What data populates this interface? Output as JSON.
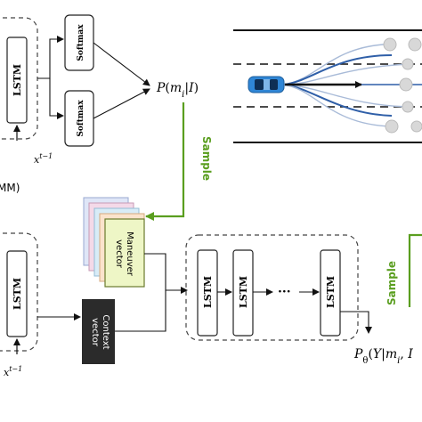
{
  "encoder_top": {
    "lstm_label": "LSTM",
    "input_label": "x",
    "input_superscript": "t−1",
    "softmax_labels": [
      "Softmax",
      "Softmax"
    ],
    "output_label": "P(m_i|I)"
  },
  "sample_labels": [
    "Sample",
    "Sample"
  ],
  "cut_label": "MM)",
  "maneuver_vector_label": [
    "Maneuver",
    "vector"
  ],
  "context_vector_label": [
    "Context",
    "vector"
  ],
  "encoder_bottom": {
    "lstm_label": "LSTM",
    "input_label": "x",
    "input_superscript": "t−1"
  },
  "decoder": {
    "lstm_labels": [
      "LSTM",
      "LSTM",
      "LSTM"
    ],
    "ellipsis": "···",
    "output_label": "P_θ(Y|m_i, I"
  },
  "colors": {
    "sample_green": "#5a9e1f",
    "road_blue": "#2f5fa8",
    "car_blue": "#2f86d6",
    "maneuver_face": "#eef6c6",
    "context_fill": "#2b2b2b"
  }
}
